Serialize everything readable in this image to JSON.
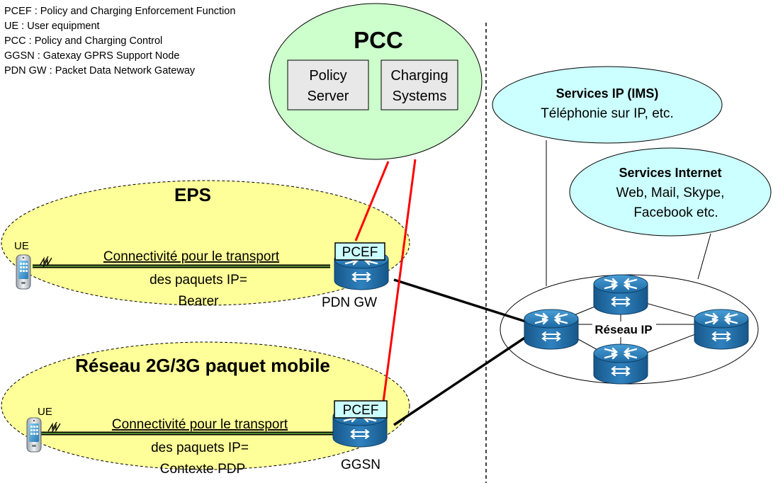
{
  "legend": [
    "PCEF : Policy and Charging Enforcement Function",
    "UE : User equipment",
    "PCC : Policy and Charging Control",
    "GGSN : Gatexay GPRS Support Node",
    "PDN GW : Packet Data Network Gateway"
  ],
  "pcc": {
    "title": "PCC",
    "policy_line1": "Policy",
    "policy_line2": "Server",
    "charging_line1": "Charging",
    "charging_line2": "Systems"
  },
  "eps": {
    "title": "EPS",
    "ue_label": "UE",
    "conn_line1": "Connectivité pour le transport",
    "conn_line2": "des paquets IP=",
    "conn_line3": "Bearer",
    "pcef_label": "PCEF",
    "router_label": "PDN GW"
  },
  "mobile2g3g": {
    "title": "Réseau 2G/3G paquet mobile",
    "ue_label": "UE",
    "conn_line1": "Connectivité pour le transport",
    "conn_line2": "des paquets IP=",
    "conn_line3": "Contexte PDP",
    "pcef_label": "PCEF",
    "router_label": "GGSN"
  },
  "services_ip": {
    "title": "Services IP (IMS)",
    "subtitle": "Téléphonie sur IP, etc."
  },
  "services_internet": {
    "title": "Services Internet",
    "line2": "Web, Mail, Skype,",
    "line3": "Facebook etc."
  },
  "ip_network": {
    "label": "Réseau IP"
  },
  "colors": {
    "pcc_fill": "#ccffcc",
    "eps_fill": "#ffff99",
    "services_fill": "#ccffff",
    "box_fill": "#e8e8e8",
    "router_blue": "#1f6fa8",
    "policy_link": "#ff0000",
    "bearer_line": "#2d4a22"
  }
}
